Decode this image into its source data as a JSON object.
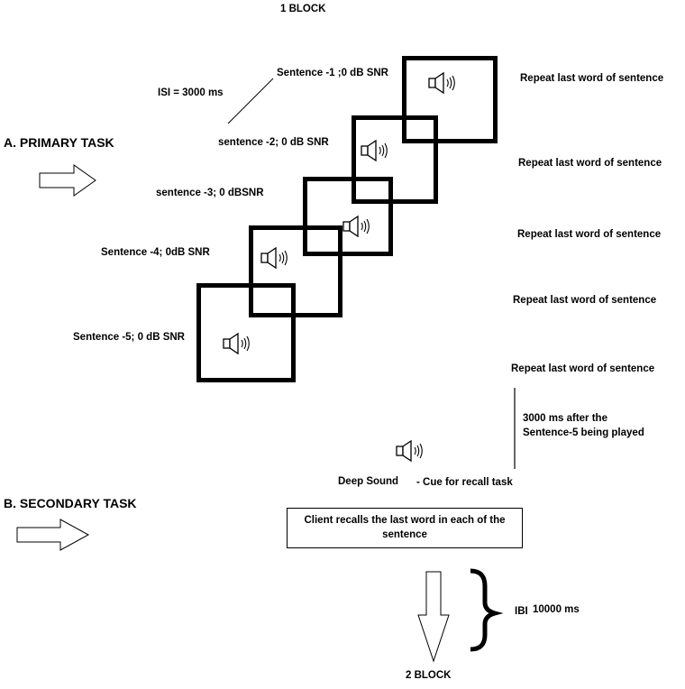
{
  "block_title": "1 BLOCK",
  "next_block": "2 BLOCK",
  "isi": "ISI = 3000 ms",
  "primary_task": {
    "heading": "A. PRIMARY TASK",
    "sentences": [
      "Sentence -1 ;0 dB SNR",
      "sentence -2; 0 dB SNR",
      "sentence -3; 0 dBSNR",
      "Sentence -4; 0dB SNR",
      "Sentence -5; 0 dB SNR"
    ],
    "responses": [
      "Repeat last word of sentence",
      "Repeat last word of sentence",
      "Repeat last word of sentence",
      "Repeat last word of sentence",
      "Repeat last word of sentence"
    ]
  },
  "delay_note_line1": "3000 ms after the",
  "delay_note_line2": "Sentence-5 being played",
  "cue": {
    "sound_label": "Deep Sound",
    "cue_label": "- Cue for recall task"
  },
  "secondary_task": {
    "heading": "B. SECONDARY TASK",
    "recall_text": "Client recalls the last word in each of the sentence"
  },
  "ibi": {
    "label": "IBI",
    "value": "10000 ms"
  },
  "icons": [
    "speaker-icon",
    "right-arrow-icon",
    "down-arrow-icon",
    "curly-brace-icon"
  ]
}
